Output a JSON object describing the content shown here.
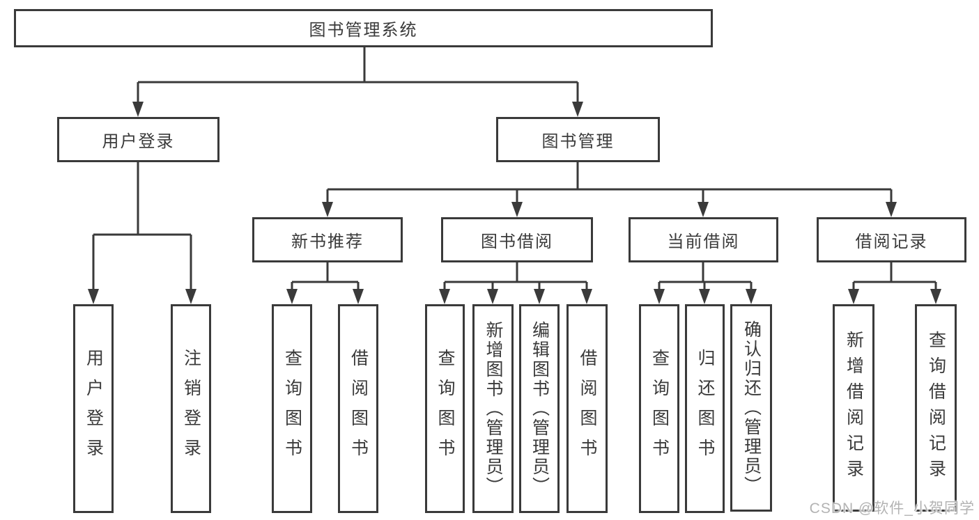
{
  "title": "图书管理系统",
  "watermark": "CSDN @软件_小贺同学",
  "colors": {
    "line": "#3a3a3a",
    "text": "#3a3a3a",
    "watermark": "#b3b3b3",
    "background": "#ffffff"
  },
  "nodes": {
    "root": {
      "label": "图书管理系统"
    },
    "login": {
      "label": "用户登录"
    },
    "mgmt": {
      "label": "图书管理"
    },
    "newbook": {
      "label": "新书推荐"
    },
    "borrow": {
      "label": "图书借阅"
    },
    "current": {
      "label": "当前借阅"
    },
    "records": {
      "label": "借阅记录"
    },
    "login_user": {
      "label": "用户登录"
    },
    "login_logout": {
      "label": "注销登录"
    },
    "nb_query": {
      "label": "查询图书"
    },
    "nb_borrow": {
      "label": "借阅图书"
    },
    "bb_query": {
      "label": "查询图书"
    },
    "bb_add": {
      "label": "新增图书（管理员）"
    },
    "bb_edit": {
      "label": "编辑图书（管理员）"
    },
    "bb_borrow": {
      "label": "借阅图书"
    },
    "cb_query": {
      "label": "查询图书"
    },
    "cb_return": {
      "label": "归还图书"
    },
    "cb_confirm": {
      "label": "确认归还（管理员）"
    },
    "br_add": {
      "label": "新增借阅记录"
    },
    "br_query": {
      "label": "查询借阅记录"
    }
  },
  "hierarchy": {
    "root": [
      "login",
      "mgmt"
    ],
    "login": [
      "login_user",
      "login_logout"
    ],
    "mgmt": [
      "newbook",
      "borrow",
      "current",
      "records"
    ],
    "newbook": [
      "nb_query",
      "nb_borrow"
    ],
    "borrow": [
      "bb_query",
      "bb_add",
      "bb_edit",
      "bb_borrow"
    ],
    "current": [
      "cb_query",
      "cb_return",
      "cb_confirm"
    ],
    "records": [
      "br_add",
      "br_query"
    ]
  }
}
